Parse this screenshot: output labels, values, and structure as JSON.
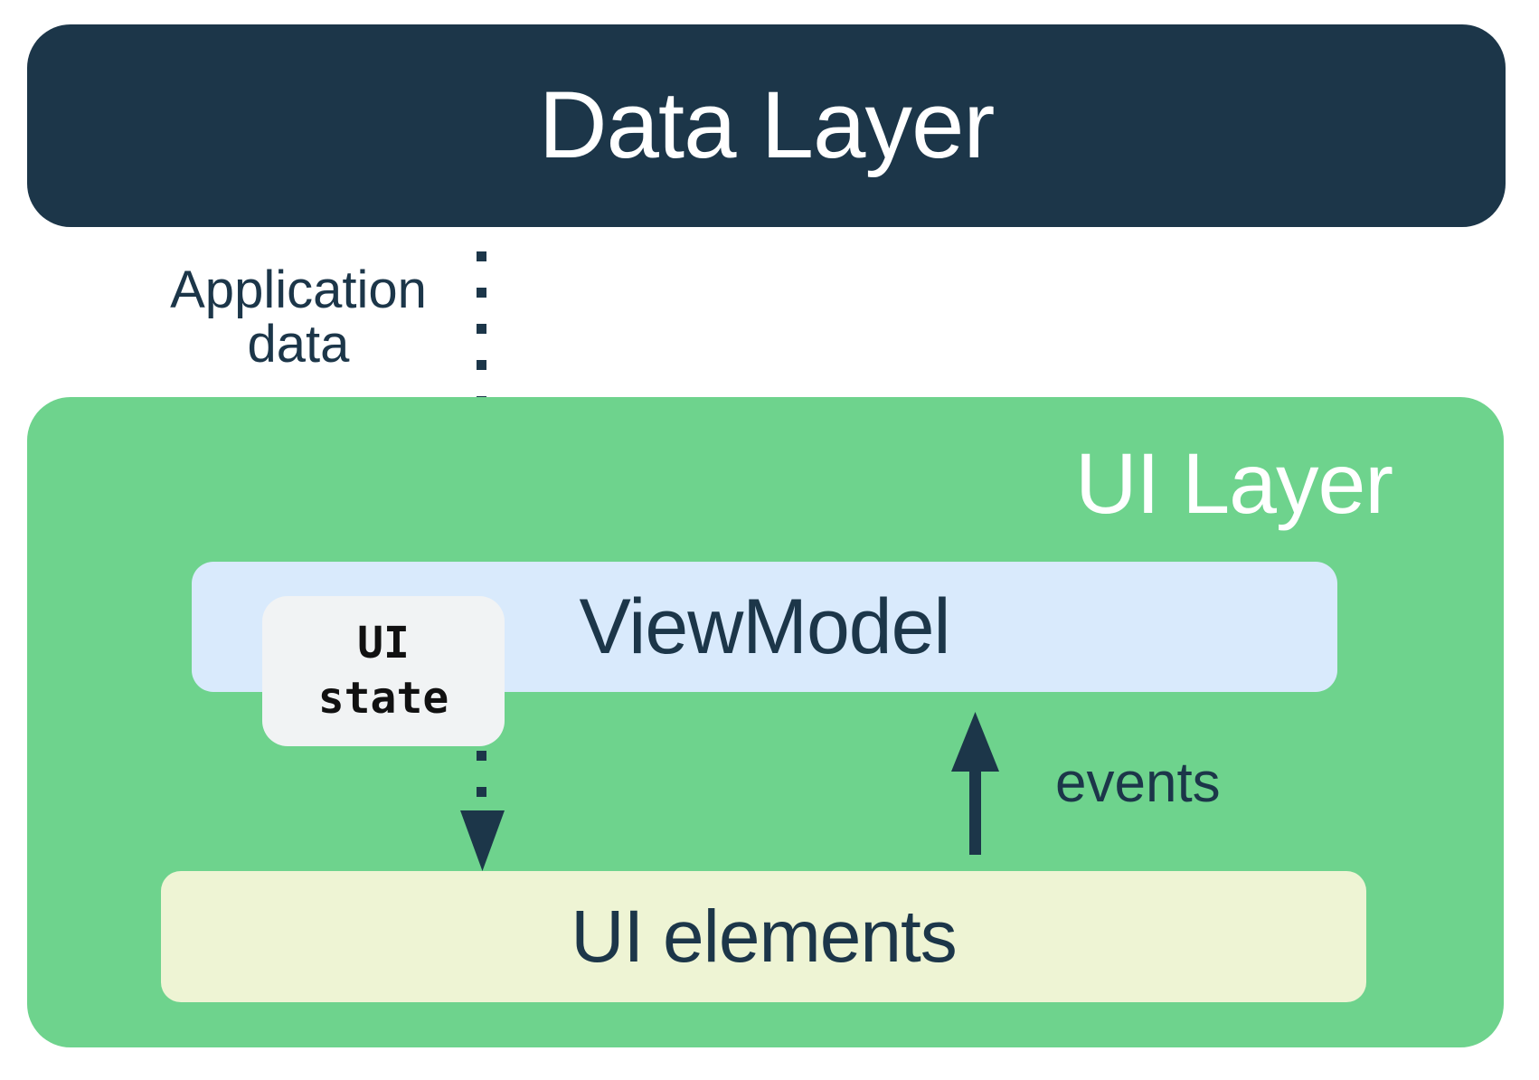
{
  "diagram": {
    "data_layer": {
      "label": "Data Layer"
    },
    "ui_layer": {
      "label": "UI Layer"
    },
    "viewmodel": {
      "label": "ViewModel"
    },
    "ui_state": {
      "label": "UI\nstate"
    },
    "ui_elements": {
      "label": "UI elements"
    },
    "arrows": {
      "application_data": {
        "label": "Application\ndata",
        "direction": "down",
        "style": "dotted"
      },
      "ui_state_flow": {
        "direction": "down",
        "style": "dotted"
      },
      "events": {
        "label": "events",
        "direction": "up",
        "style": "solid"
      }
    },
    "colors": {
      "navy": "#1C3649",
      "green": "#6ED38D",
      "light_blue": "#D9EAFC",
      "cream": "#EEF4D4",
      "state_bg": "#F1F3F4",
      "white": "#FFFFFF",
      "black": "#111111"
    }
  }
}
